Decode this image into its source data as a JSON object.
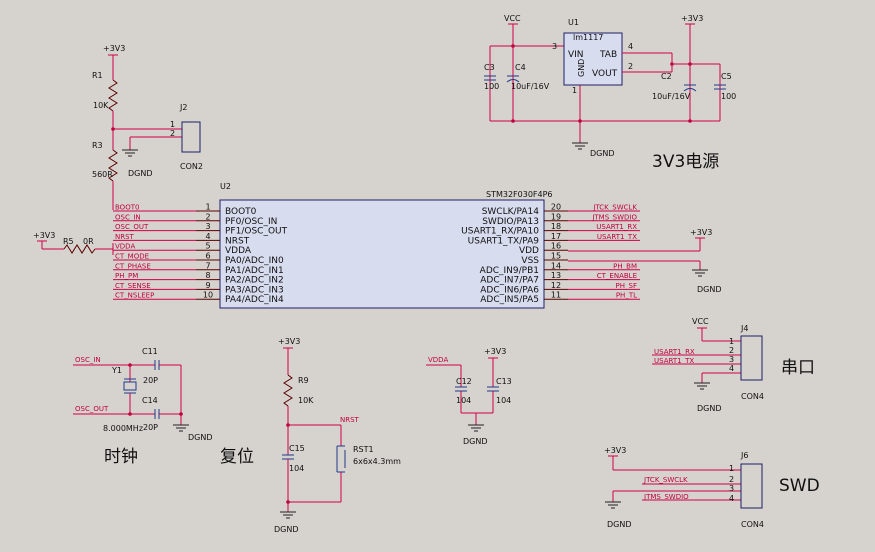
{
  "nets": {
    "p3v3": "+3V3",
    "vcc": "VCC",
    "dgnd": "DGND",
    "vdda": "VDDA",
    "nrst": "NRST",
    "osc_in": "OSC_IN",
    "osc_out": "OSC_OUT",
    "usart1_rx": "USART1_RX",
    "usart1_tx": "USART1_TX",
    "jtck": "JTCK_SWCLK",
    "jtms": "JTMS_SWDIO"
  },
  "power": {
    "u1_ref": "U1",
    "u1_part": "lm1117",
    "vin": "VIN",
    "tab": "TAB",
    "vout": "VOUT",
    "gnd": "GND",
    "pin_vin": "3",
    "pin_tab": "4",
    "pin_vout": "2",
    "pin_gnd": "1",
    "c3": "C3",
    "c3_val": "100",
    "c4": "C4",
    "c4_val": "10uF/16V",
    "c2": "C2",
    "c2_val": "10uF/16V",
    "c5": "C5",
    "c5_val": "100",
    "title": "3V3电源"
  },
  "boot": {
    "r1": "R1",
    "r1_val": "10K",
    "r3": "R3",
    "r3_val": "560R",
    "j2": "J2",
    "j2_part": "CON2",
    "pin1": "1",
    "pin2": "2"
  },
  "mcu": {
    "ref": "U2",
    "part": "STM32F030F4P6",
    "left_pins": [
      {
        "num": "1",
        "name": "BOOT0",
        "net": "BOOT0"
      },
      {
        "num": "2",
        "name": "PF0/OSC_IN",
        "net": "OSC_IN"
      },
      {
        "num": "3",
        "name": "PF1/OSC_OUT",
        "net": "OSC_OUT"
      },
      {
        "num": "4",
        "name": "NRST",
        "net": "NRST"
      },
      {
        "num": "5",
        "name": "VDDA",
        "net": "VDDA"
      },
      {
        "num": "6",
        "name": "PA0/ADC_IN0",
        "net": "CT_MODE"
      },
      {
        "num": "7",
        "name": "PA1/ADC_IN1",
        "net": "CT_PHASE"
      },
      {
        "num": "8",
        "name": "PA2/ADC_IN2",
        "net": "PH_PM"
      },
      {
        "num": "9",
        "name": "PA3/ADC_IN3",
        "net": "CT_SENSE"
      },
      {
        "num": "10",
        "name": "PA4/ADC_IN4",
        "net": "CT_NSLEEP"
      }
    ],
    "right_pins": [
      {
        "num": "20",
        "name": "SWCLK/PA14",
        "net": "JTCK_SWCLK"
      },
      {
        "num": "19",
        "name": "SWDIO/PA13",
        "net": "JTMS_SWDIO"
      },
      {
        "num": "18",
        "name": "USART1_RX/PA10",
        "net": "USART1_RX"
      },
      {
        "num": "17",
        "name": "USART1_TX/PA9",
        "net": "USART1_TX"
      },
      {
        "num": "16",
        "name": "VDD",
        "net": ""
      },
      {
        "num": "15",
        "name": "VSS",
        "net": ""
      },
      {
        "num": "14",
        "name": "ADC_IN9/PB1",
        "net": "PH_BM"
      },
      {
        "num": "13",
        "name": "ADC_IN7/PA7",
        "net": "CT_ENABLE"
      },
      {
        "num": "12",
        "name": "ADC_IN6/PA6",
        "net": "PH_SF"
      },
      {
        "num": "11",
        "name": "ADC_IN5/PA5",
        "net": "PH_TL"
      }
    ],
    "r5": "R5",
    "r5_val": "0R"
  },
  "clock": {
    "c11": "C11",
    "c11_val": "20P",
    "c14": "C14",
    "c14_val": "20P",
    "y1": "Y1",
    "y1_val": "8.000MHz",
    "title": "时钟"
  },
  "reset": {
    "r9": "R9",
    "r9_val": "10K",
    "c15": "C15",
    "c15_val": "104",
    "rst1": "RST1",
    "rst1_val": "6x6x4.3mm",
    "title": "复位"
  },
  "decoup": {
    "c12": "C12",
    "c12_val": "104",
    "c13": "C13",
    "c13_val": "104"
  },
  "uart": {
    "j4": "J4",
    "j4_part": "CON4",
    "pins": [
      "1",
      "2",
      "3",
      "4"
    ],
    "title": "串口"
  },
  "swd": {
    "j6": "J6",
    "j6_part": "CON4",
    "pins": [
      "1",
      "2",
      "3",
      "4"
    ],
    "title": "SWD"
  }
}
